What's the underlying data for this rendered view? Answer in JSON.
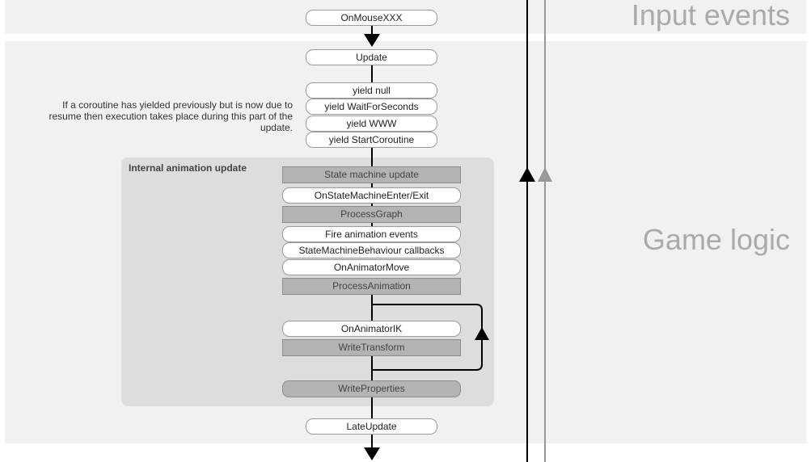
{
  "sections": {
    "input_events": {
      "title": "Input events"
    },
    "game_logic": {
      "title": "Game logic"
    }
  },
  "nodes": {
    "on_mouse": "OnMouseXXX",
    "update": "Update",
    "yield_null": "yield null",
    "yield_wait": "yield WaitForSeconds",
    "yield_www": "yield WWW",
    "yield_start": "yield StartCoroutine",
    "late_update": "LateUpdate"
  },
  "coroutine_note": "If a coroutine has yielded previously but is now due to resume then execution takes place during this part of the update.",
  "animation_group": {
    "label": "Internal animation update",
    "state_machine_update": "State machine update",
    "on_state_machine_enter_exit": "OnStateMachineEnter/Exit",
    "process_graph": "ProcessGraph",
    "fire_animation_events": "Fire animation events",
    "state_machine_behaviour_callbacks": "StateMachineBehaviour callbacks",
    "on_animator_move": "OnAnimatorMove",
    "process_animation": "ProcessAnimation",
    "on_animator_ik": "OnAnimatorIK",
    "write_transform": "WriteTransform",
    "write_properties": "WriteProperties"
  },
  "colors": {
    "band_background": "#f1f1f1",
    "group_panel": "#dddddd",
    "engine_step_fill": "#b3b3b3",
    "script_callback_fill": "#ffffff",
    "primary_arrow": "#000000",
    "secondary_arrow": "#999999"
  }
}
